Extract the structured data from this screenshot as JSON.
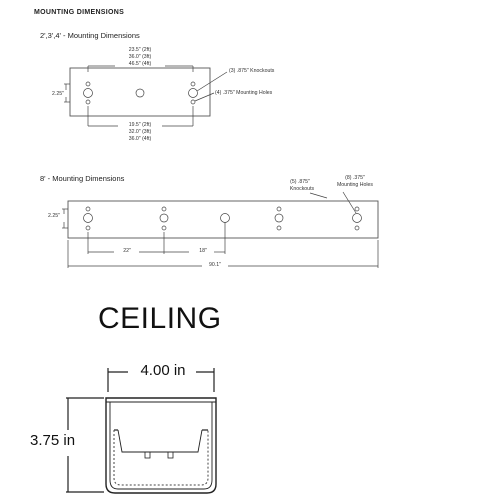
{
  "header": {
    "title": "MOUNTING DIMENSIONS"
  },
  "section_small": {
    "title": "2',3',4' - Mounting Dimensions",
    "top_dims": [
      "23.5\" (2ft)",
      "36.0\" (3ft)",
      "46.5\" (4ft)"
    ],
    "bottom_dims": [
      "19.5\" (2ft)",
      "32.0\" (3ft)",
      "36.0\" (4ft)"
    ],
    "height_dim": "2.25\"",
    "knockouts_label": "(3) .875\" Knockouts",
    "holes_label": "(4) .375\" Mounting Holes"
  },
  "section_large": {
    "title": "8' - Mounting Dimensions",
    "height_dim": "2.25\"",
    "knockouts_label": [
      "(5) .875\"",
      "Knockouts"
    ],
    "holes_label": [
      "(8) .375\"",
      "Mounting Holes"
    ],
    "dim_22": "22\"",
    "dim_18": "18\"",
    "dim_total": "90.1\""
  },
  "profile": {
    "title": "CEILING",
    "width": "4.00 in",
    "height": "3.75 in"
  }
}
